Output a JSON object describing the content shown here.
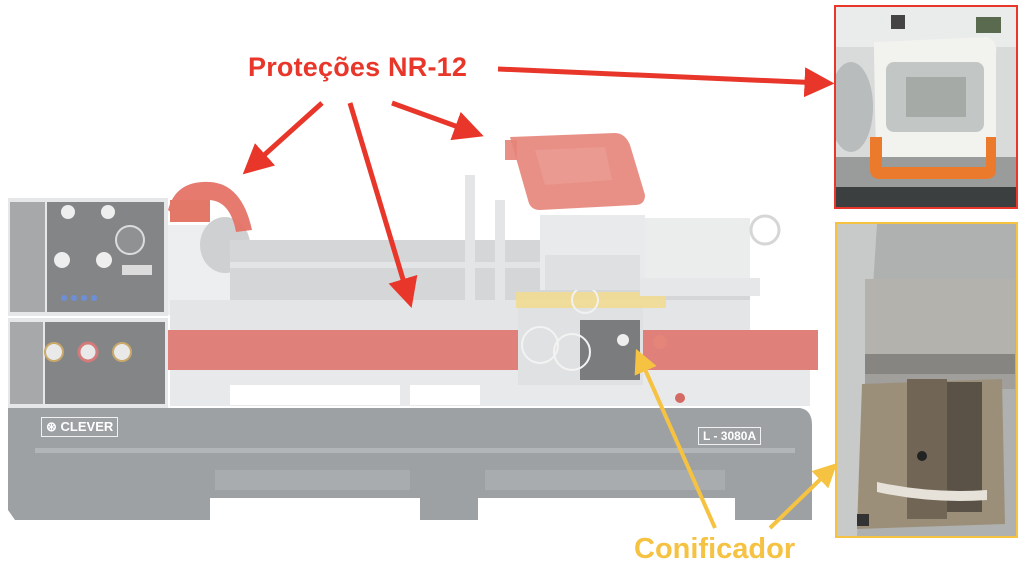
{
  "annotations": {
    "protections_label": "Proteções NR-12",
    "conificador_label": "Conificador",
    "colors": {
      "protections": "#e8372a",
      "conificador": "#f5c242"
    }
  },
  "machine": {
    "brand": "CLEVER",
    "model": "L - 3080A",
    "brand_icon": "clever-logo-icon"
  },
  "insets": {
    "top_photo": "nr12-chuck-guard-photo",
    "bottom_photo": "conificador-taper-attachment-photo"
  }
}
